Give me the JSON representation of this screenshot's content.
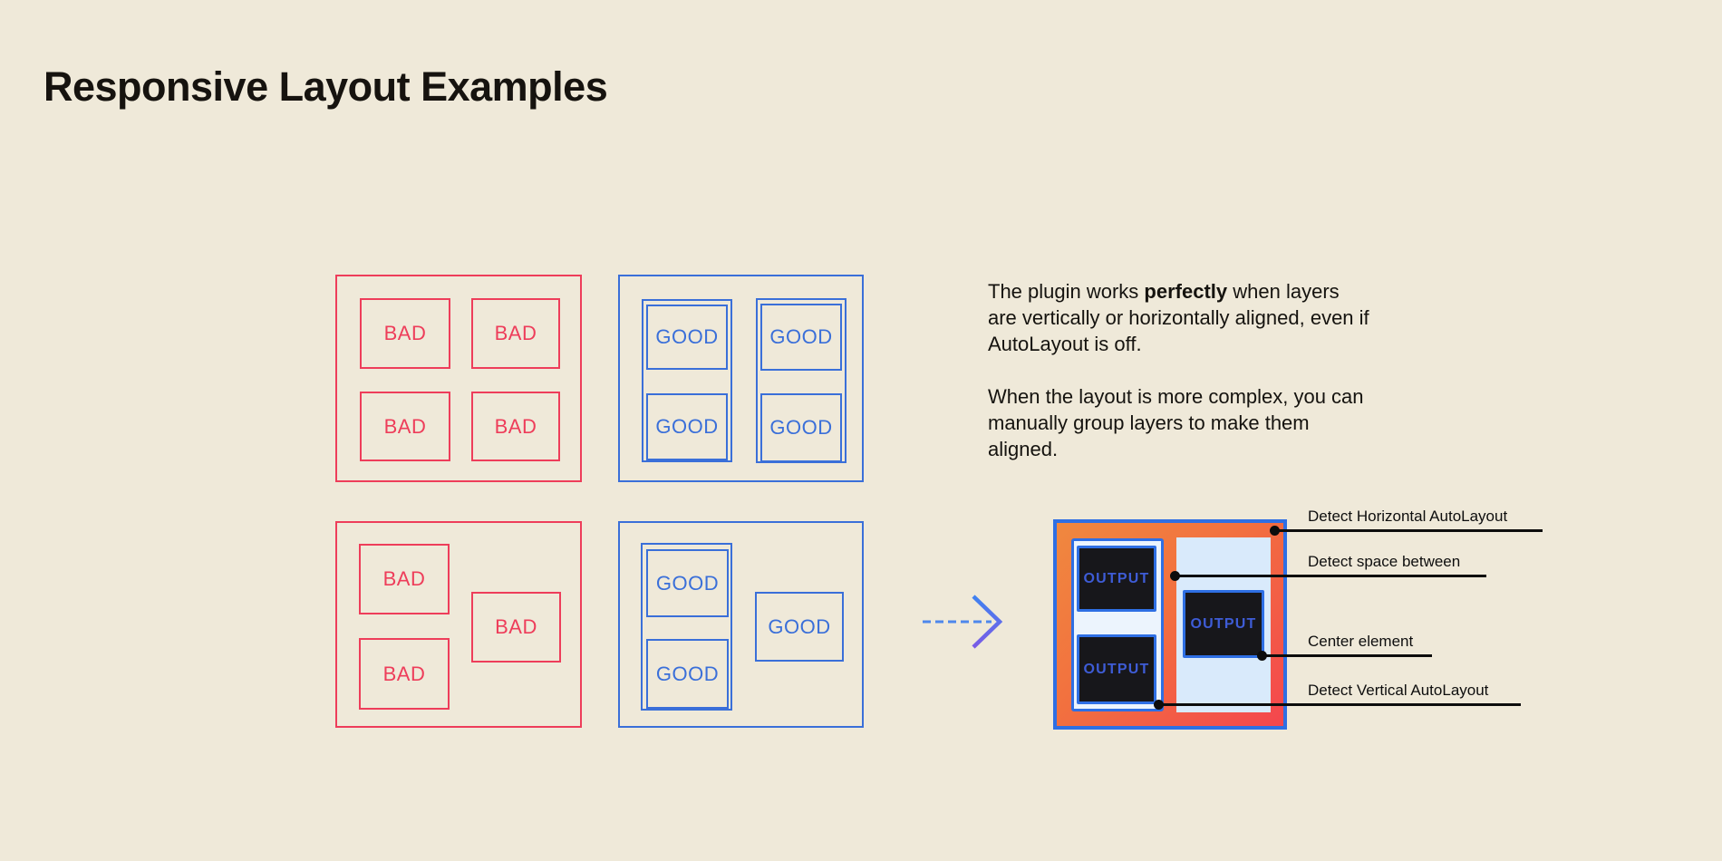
{
  "page": {
    "title": "Responsive Layout Examples"
  },
  "labels": {
    "bad": "BAD",
    "good": "GOOD",
    "output": "OUTPUT"
  },
  "description": {
    "p1_pre": "The plugin works ",
    "p1_bold": "perfectly",
    "p1_post": " when layers are vertically or horizontally aligned, even if AutoLayout is off.",
    "p2": "When the layout is more complex, you can manually group layers to make them aligned."
  },
  "annotations": [
    {
      "label": "Detect Horizontal AutoLayout"
    },
    {
      "label": "Detect space between"
    },
    {
      "label": "Center element"
    },
    {
      "label": "Detect Vertical AutoLayout"
    }
  ],
  "colors": {
    "background": "#EFE9D9",
    "bad_red": "#EE3D5A",
    "good_blue": "#3A6FD9",
    "diagram_blue": "#2E6FE4",
    "gradient_orange": "#F0883F",
    "gradient_red": "#F4464E",
    "group_fill": "#ECF4FD",
    "panel_fill": "#D9EAFB",
    "output_box_fill": "#17171B",
    "output_text_blue": "#3E5CD6",
    "annotation_black": "#0D0D0D"
  }
}
